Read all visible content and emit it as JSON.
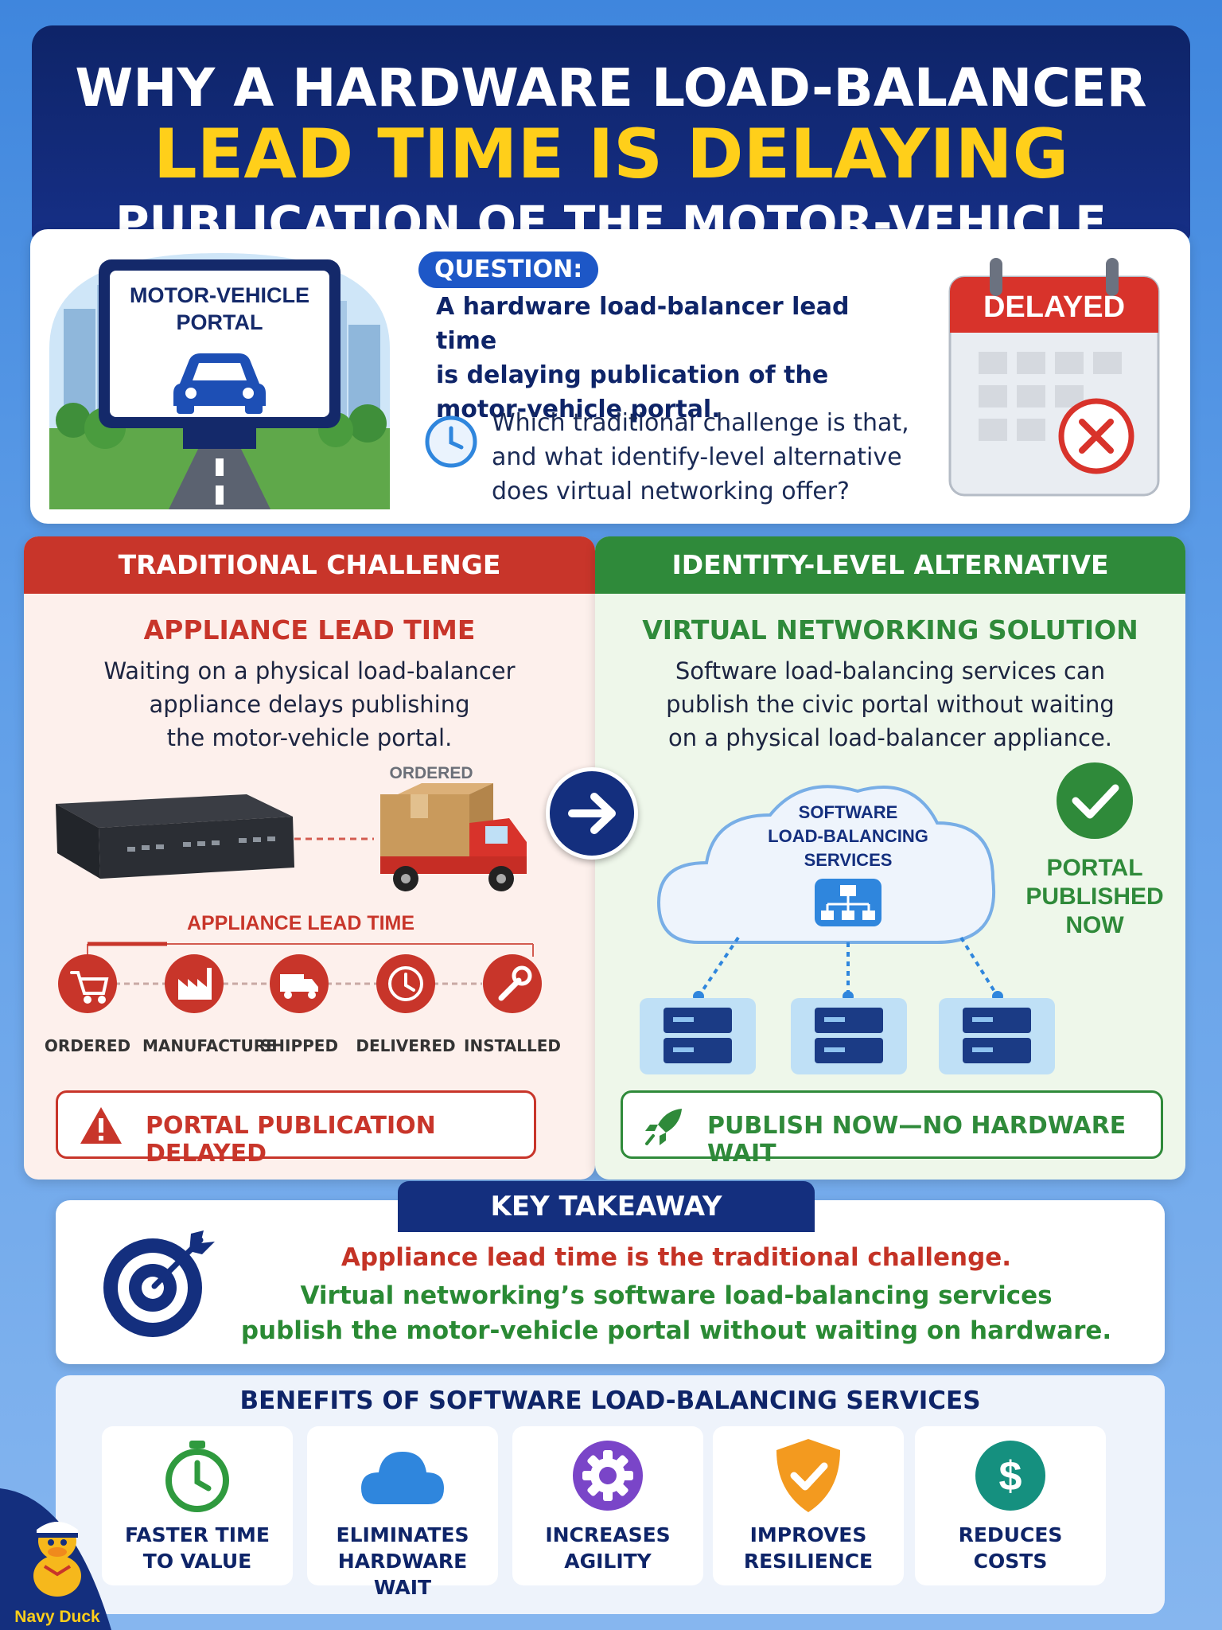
{
  "header": {
    "line1": "WHY A HARDWARE LOAD-BALANCER",
    "line2": "LEAD TIME IS DELAYING",
    "line3": "PUBLICATION OF THE MOTOR-VEHICLE PORTAL"
  },
  "question": {
    "screen_label_1": "MOTOR-VEHICLE",
    "screen_label_2": "PORTAL",
    "badge": "QUESTION:",
    "text_1": "A hardware load-balancer lead time",
    "text_2": "is delaying publication of the",
    "text_3": "motor-vehicle portal.",
    "sub_1": "Which traditional challenge is that,",
    "sub_2": "and what identify-level alternative",
    "sub_3": "does virtual networking offer?",
    "calendar_label": "DELAYED"
  },
  "left_panel": {
    "header": "TRADITIONAL CHALLENGE",
    "subtitle": "APPLIANCE LEAD TIME",
    "desc_1": "Waiting on a physical load-balancer",
    "desc_2": "appliance delays publishing",
    "desc_3": "the motor-vehicle portal.",
    "ordered_tag": "ORDERED",
    "timeline_title": "APPLIANCE LEAD TIME",
    "steps": [
      "ORDERED",
      "MANUFACTURE",
      "SHIPPED",
      "DELIVERED",
      "INSTALLED"
    ],
    "banner": "PORTAL PUBLICATION DELAYED"
  },
  "right_panel": {
    "header": "IDENTITY-LEVEL ALTERNATIVE",
    "subtitle": "VIRTUAL NETWORKING SOLUTION",
    "desc_1": "Software load-balancing services can",
    "desc_2": "publish the civic portal without waiting",
    "desc_3": "on a physical load-balancer appliance.",
    "cloud_1": "SOFTWARE",
    "cloud_2": "LOAD-BALANCING",
    "cloud_3": "SERVICES",
    "status_1": "PORTAL",
    "status_2": "PUBLISHED",
    "status_3": "NOW",
    "banner": "PUBLISH NOW—NO HARDWARE WAIT"
  },
  "takeaway": {
    "tab": "KEY TAKEAWAY",
    "line1": "Appliance lead time is the traditional challenge.",
    "line2": "Virtual networking’s software load-balancing services",
    "line3": "publish the motor-vehicle portal without waiting on hardware."
  },
  "benefits": {
    "title": "BENEFITS OF SOFTWARE LOAD-BALANCING SERVICES",
    "items": [
      {
        "l1": "FASTER TIME",
        "l2": "TO VALUE",
        "icon": "stopwatch-icon",
        "color": "#2f9a3e"
      },
      {
        "l1": "ELIMINATES",
        "l2": "HARDWARE WAIT",
        "icon": "cloud-icon",
        "color": "#2f86dd"
      },
      {
        "l1": "INCREASES",
        "l2": "AGILITY",
        "icon": "gear-icon",
        "color": "#7a45c8"
      },
      {
        "l1": "IMPROVES",
        "l2": "RESILIENCE",
        "icon": "shield-check-icon",
        "color": "#f39a1f"
      },
      {
        "l1": "REDUCES",
        "l2": "COSTS",
        "icon": "dollar-icon",
        "color": "#15907f"
      }
    ]
  },
  "brand": {
    "name": "Navy Duck"
  },
  "colors": {
    "navy": "#142f7e",
    "red": "#c8352a",
    "green": "#2f8a3a",
    "yellow": "#ffcf1a"
  }
}
